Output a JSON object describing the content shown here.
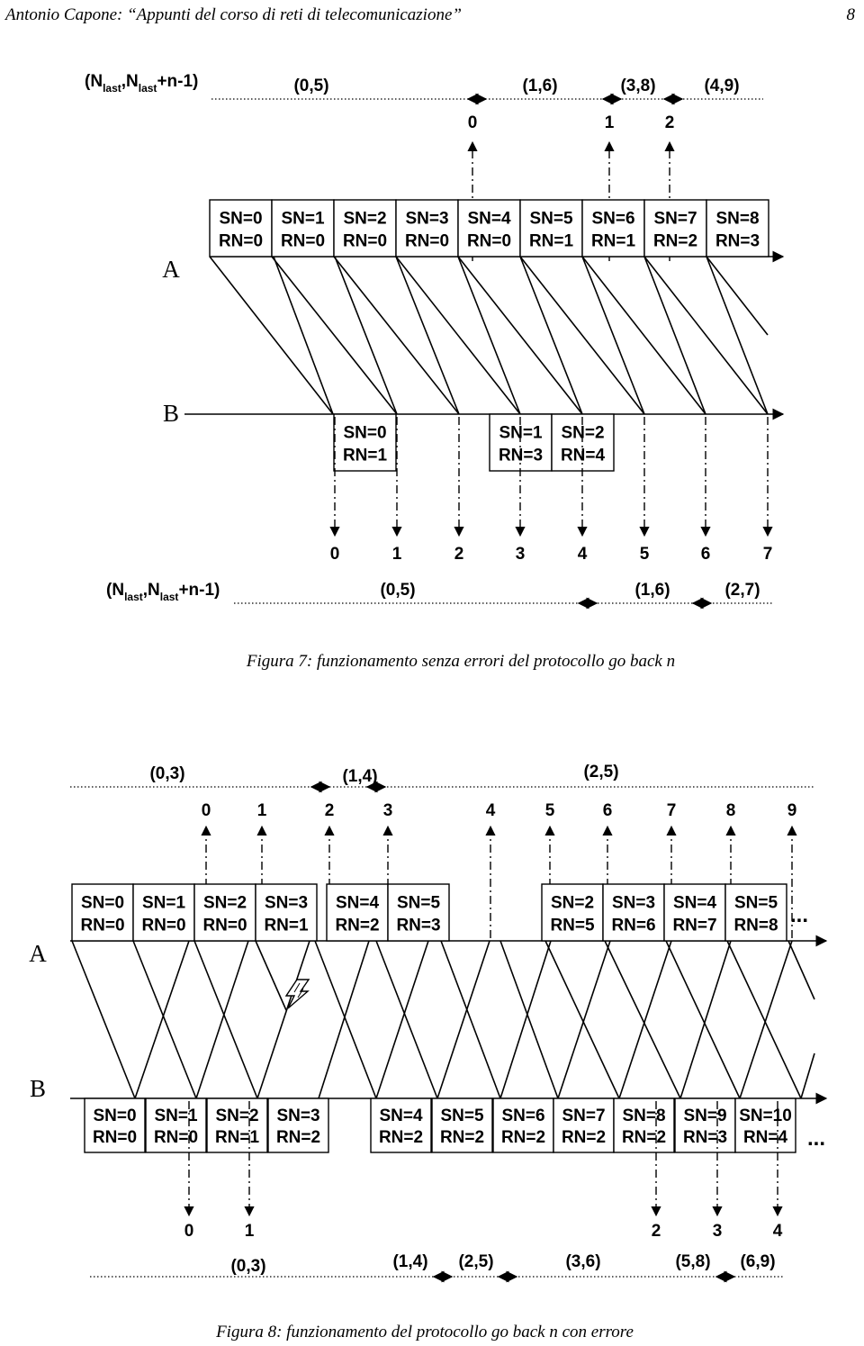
{
  "header": {
    "text": "Antonio Capone:  “Appunti del corso di reti di telecomunicazione”",
    "page": "8"
  },
  "fig7": {
    "caption": "Figura 7: funzionamento senza errori del protocollo go back n",
    "node_a": "A",
    "node_b": "B",
    "window_label": {
      "main": "(N",
      "sub1": "last",
      "mid": ",N",
      "sub2": "last",
      "end": "+n-1)"
    },
    "a_windows": [
      "(0,5)",
      "(1,6)",
      "(3,8)",
      "(4,9)"
    ],
    "a_rn_numbers": [
      "0",
      "1",
      "2"
    ],
    "a_frames": [
      {
        "sn": "SN=0",
        "rn": "RN=0"
      },
      {
        "sn": "SN=1",
        "rn": "RN=0"
      },
      {
        "sn": "SN=2",
        "rn": "RN=0"
      },
      {
        "sn": "SN=3",
        "rn": "RN=0"
      },
      {
        "sn": "SN=4",
        "rn": "RN=0"
      },
      {
        "sn": "SN=5",
        "rn": "RN=1"
      },
      {
        "sn": "SN=6",
        "rn": "RN=1"
      },
      {
        "sn": "SN=7",
        "rn": "RN=2"
      },
      {
        "sn": "SN=8",
        "rn": "RN=3"
      }
    ],
    "b_frames": [
      {
        "sn": "SN=0",
        "rn": "RN=1"
      },
      {
        "sn": "SN=1",
        "rn": "RN=3"
      },
      {
        "sn": "SN=2",
        "rn": "RN=4"
      }
    ],
    "b_numbers": [
      "0",
      "1",
      "2",
      "3",
      "4",
      "5",
      "6",
      "7"
    ],
    "b_windows": [
      "(0,5)",
      "(1,6)",
      "(2,7)"
    ]
  },
  "fig8": {
    "caption": "Figura 8: funzionamento del protocollo go back n con errore",
    "node_a": "A",
    "node_b": "B",
    "ellipsis": "...",
    "a_windows": [
      "(0,3)",
      "(1,4)",
      "(2,5)"
    ],
    "a_numbers": [
      "0",
      "1",
      "2",
      "3",
      "4",
      "5",
      "6",
      "7",
      "8",
      "9"
    ],
    "a_frames": [
      {
        "sn": "SN=0",
        "rn": "RN=0"
      },
      {
        "sn": "SN=1",
        "rn": "RN=0"
      },
      {
        "sn": "SN=2",
        "rn": "RN=0"
      },
      {
        "sn": "SN=3",
        "rn": "RN=1"
      },
      {
        "sn": "SN=4",
        "rn": "RN=2"
      },
      {
        "sn": "SN=5",
        "rn": "RN=3"
      },
      {
        "sn": "SN=2",
        "rn": "RN=5"
      },
      {
        "sn": "SN=3",
        "rn": "RN=6"
      },
      {
        "sn": "SN=4",
        "rn": "RN=7"
      },
      {
        "sn": "SN=5",
        "rn": "RN=8"
      }
    ],
    "b_frames": [
      {
        "sn": "SN=0",
        "rn": "RN=0"
      },
      {
        "sn": "SN=1",
        "rn": "RN=0"
      },
      {
        "sn": "SN=2",
        "rn": "RN=1"
      },
      {
        "sn": "SN=3",
        "rn": "RN=2"
      },
      {
        "sn": "SN=4",
        "rn": "RN=2"
      },
      {
        "sn": "SN=5",
        "rn": "RN=2"
      },
      {
        "sn": "SN=6",
        "rn": "RN=2"
      },
      {
        "sn": "SN=7",
        "rn": "RN=2"
      },
      {
        "sn": "SN=8",
        "rn": "RN=2"
      },
      {
        "sn": "SN=9",
        "rn": "RN=3"
      },
      {
        "sn": "SN=10",
        "rn": "RN=4"
      }
    ],
    "b_numbers": [
      "0",
      "1",
      "2",
      "3",
      "4"
    ],
    "b_windows": [
      "(0,3)",
      "(1,4)",
      "(2,5)",
      "(3,6)",
      "(5,8)",
      "(6,9)"
    ]
  }
}
